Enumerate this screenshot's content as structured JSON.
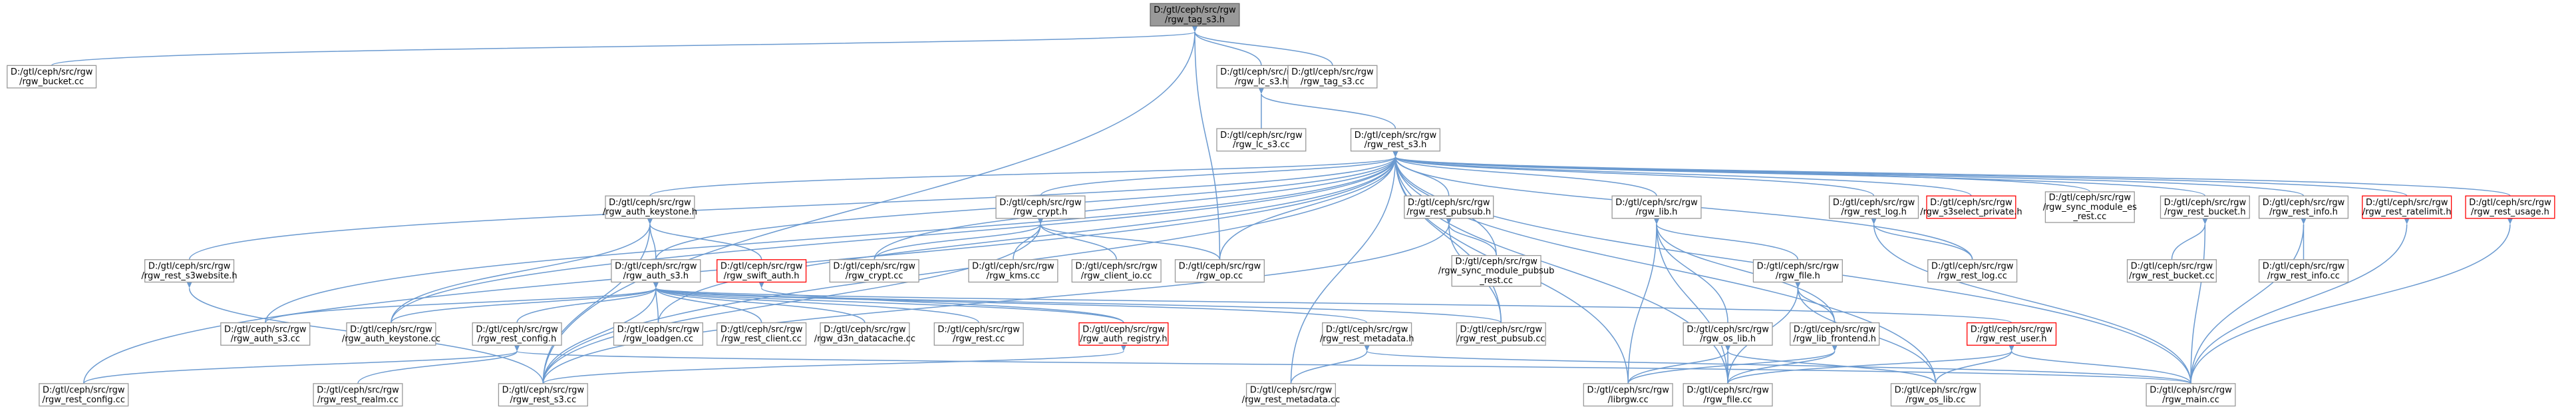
{
  "colors": {
    "edge": "#6b9ad0",
    "node_fill": "#ffffff",
    "node_stroke": "#999999",
    "focus_fill": "#999999",
    "focus_stroke": "#666666",
    "red_stroke": "#ff0000"
  },
  "nodes": [
    {
      "id": "tag_s3_h",
      "lines": [
        "D:/gtl/ceph/src/rgw",
        "/rgw_tag_s3.h"
      ],
      "style": "focus"
    },
    {
      "id": "bucket_cc",
      "lines": [
        "D:/gtl/ceph/src/rgw",
        "/rgw_bucket.cc"
      ],
      "style": "normal"
    },
    {
      "id": "lc_s3_h",
      "lines": [
        "D:/gtl/ceph/src/rgw",
        "/rgw_lc_s3.h"
      ],
      "style": "normal"
    },
    {
      "id": "tag_s3_cc",
      "lines": [
        "D:/gtl/ceph/src/rgw",
        "/rgw_tag_s3.cc"
      ],
      "style": "normal"
    },
    {
      "id": "lc_s3_cc",
      "lines": [
        "D:/gtl/ceph/src/rgw",
        "/rgw_lc_s3.cc"
      ],
      "style": "normal"
    },
    {
      "id": "rest_s3_h",
      "lines": [
        "D:/gtl/ceph/src/rgw",
        "/rgw_rest_s3.h"
      ],
      "style": "normal"
    },
    {
      "id": "auth_keystone_h",
      "lines": [
        "D:/gtl/ceph/src/rgw",
        "/rgw_auth_keystone.h"
      ],
      "style": "normal"
    },
    {
      "id": "crypt_h",
      "lines": [
        "D:/gtl/ceph/src/rgw",
        "/rgw_crypt.h"
      ],
      "style": "normal"
    },
    {
      "id": "rest_pubsub_h",
      "lines": [
        "D:/gtl/ceph/src/rgw",
        "/rgw_rest_pubsub.h"
      ],
      "style": "normal"
    },
    {
      "id": "lib_h",
      "lines": [
        "D:/gtl/ceph/src/rgw",
        "/rgw_lib.h"
      ],
      "style": "normal"
    },
    {
      "id": "rest_log_h",
      "lines": [
        "D:/gtl/ceph/src/rgw",
        "/rgw_rest_log.h"
      ],
      "style": "normal"
    },
    {
      "id": "s3select_private_h",
      "lines": [
        "D:/gtl/ceph/src/rgw",
        "/rgw_s3select_private.h"
      ],
      "style": "red"
    },
    {
      "id": "sync_module_es_rest_cc",
      "lines": [
        "D:/gtl/ceph/src/rgw",
        "/rgw_sync_module_es",
        "_rest.cc"
      ],
      "style": "normal"
    },
    {
      "id": "rest_bucket_h",
      "lines": [
        "D:/gtl/ceph/src/rgw",
        "/rgw_rest_bucket.h"
      ],
      "style": "normal"
    },
    {
      "id": "rest_info_h",
      "lines": [
        "D:/gtl/ceph/src/rgw",
        "/rgw_rest_info.h"
      ],
      "style": "normal"
    },
    {
      "id": "rest_ratelimit_h",
      "lines": [
        "D:/gtl/ceph/src/rgw",
        "/rgw_rest_ratelimit.h"
      ],
      "style": "red"
    },
    {
      "id": "rest_usage_h",
      "lines": [
        "D:/gtl/ceph/src/rgw",
        "/rgw_rest_usage.h"
      ],
      "style": "red"
    },
    {
      "id": "rest_s3website_h",
      "lines": [
        "D:/gtl/ceph/src/rgw",
        "/rgw_rest_s3website.h"
      ],
      "style": "normal"
    },
    {
      "id": "auth_s3_h",
      "lines": [
        "D:/gtl/ceph/src/rgw",
        "/rgw_auth_s3.h"
      ],
      "style": "normal"
    },
    {
      "id": "swift_auth_h",
      "lines": [
        "D:/gtl/ceph/src/rgw",
        "/rgw_swift_auth.h"
      ],
      "style": "red"
    },
    {
      "id": "crypt_cc",
      "lines": [
        "D:/gtl/ceph/src/rgw",
        "/rgw_crypt.cc"
      ],
      "style": "normal"
    },
    {
      "id": "kms_cc",
      "lines": [
        "D:/gtl/ceph/src/rgw",
        "/rgw_kms.cc"
      ],
      "style": "normal"
    },
    {
      "id": "client_io_cc",
      "lines": [
        "D:/gtl/ceph/src/rgw",
        "/rgw_client_io.cc"
      ],
      "style": "normal"
    },
    {
      "id": "op_cc",
      "lines": [
        "D:/gtl/ceph/src/rgw",
        "/rgw_op.cc"
      ],
      "style": "normal"
    },
    {
      "id": "sync_module_pubsub_rest_cc",
      "lines": [
        "D:/gtl/ceph/src/rgw",
        "/rgw_sync_module_pubsub",
        "_rest.cc"
      ],
      "style": "normal"
    },
    {
      "id": "file_h",
      "lines": [
        "D:/gtl/ceph/src/rgw",
        "/rgw_file.h"
      ],
      "style": "normal"
    },
    {
      "id": "rest_log_cc",
      "lines": [
        "D:/gtl/ceph/src/rgw",
        "/rgw_rest_log.cc"
      ],
      "style": "normal"
    },
    {
      "id": "rest_bucket_cc",
      "lines": [
        "D:/gtl/ceph/src/rgw",
        "/rgw_rest_bucket.cc"
      ],
      "style": "normal"
    },
    {
      "id": "rest_info_cc",
      "lines": [
        "D:/gtl/ceph/src/rgw",
        "/rgw_rest_info.cc"
      ],
      "style": "normal"
    },
    {
      "id": "auth_s3_cc",
      "lines": [
        "D:/gtl/ceph/src/rgw",
        "/rgw_auth_s3.cc"
      ],
      "style": "normal"
    },
    {
      "id": "auth_keystone_cc",
      "lines": [
        "D:/gtl/ceph/src/rgw",
        "/rgw_auth_keystone.cc"
      ],
      "style": "normal"
    },
    {
      "id": "rest_config_h",
      "lines": [
        "D:/gtl/ceph/src/rgw",
        "/rgw_rest_config.h"
      ],
      "style": "normal"
    },
    {
      "id": "loadgen_cc",
      "lines": [
        "D:/gtl/ceph/src/rgw",
        "/rgw_loadgen.cc"
      ],
      "style": "normal"
    },
    {
      "id": "rest_client_cc",
      "lines": [
        "D:/gtl/ceph/src/rgw",
        "/rgw_rest_client.cc"
      ],
      "style": "normal"
    },
    {
      "id": "d3n_datacache_cc",
      "lines": [
        "D:/gtl/ceph/src/rgw",
        "/rgw_d3n_datacache.cc"
      ],
      "style": "normal"
    },
    {
      "id": "rest_cc",
      "lines": [
        "D:/gtl/ceph/src/rgw",
        "/rgw_rest.cc"
      ],
      "style": "normal"
    },
    {
      "id": "auth_registry_h",
      "lines": [
        "D:/gtl/ceph/src/rgw",
        "/rgw_auth_registry.h"
      ],
      "style": "red"
    },
    {
      "id": "rest_metadata_h",
      "lines": [
        "D:/gtl/ceph/src/rgw",
        "/rgw_rest_metadata.h"
      ],
      "style": "normal"
    },
    {
      "id": "rest_pubsub_cc",
      "lines": [
        "D:/gtl/ceph/src/rgw",
        "/rgw_rest_pubsub.cc"
      ],
      "style": "normal"
    },
    {
      "id": "os_lib_h",
      "lines": [
        "D:/gtl/ceph/src/rgw",
        "/rgw_os_lib.h"
      ],
      "style": "normal"
    },
    {
      "id": "lib_frontend_h",
      "lines": [
        "D:/gtl/ceph/src/rgw",
        "/rgw_lib_frontend.h"
      ],
      "style": "normal"
    },
    {
      "id": "rest_user_h",
      "lines": [
        "D:/gtl/ceph/src/rgw",
        "/rgw_rest_user.h"
      ],
      "style": "red"
    },
    {
      "id": "rest_config_cc",
      "lines": [
        "D:/gtl/ceph/src/rgw",
        "/rgw_rest_config.cc"
      ],
      "style": "normal"
    },
    {
      "id": "rest_realm_cc",
      "lines": [
        "D:/gtl/ceph/src/rgw",
        "/rgw_rest_realm.cc"
      ],
      "style": "normal"
    },
    {
      "id": "rest_s3_cc",
      "lines": [
        "D:/gtl/ceph/src/rgw",
        "/rgw_rest_s3.cc"
      ],
      "style": "normal"
    },
    {
      "id": "rest_metadata_cc",
      "lines": [
        "D:/gtl/ceph/src/rgw",
        "/rgw_rest_metadata.cc"
      ],
      "style": "normal"
    },
    {
      "id": "librgw_cc",
      "lines": [
        "D:/gtl/ceph/src/rgw",
        "/librgw.cc"
      ],
      "style": "normal"
    },
    {
      "id": "file_cc",
      "lines": [
        "D:/gtl/ceph/src/rgw",
        "/rgw_file.cc"
      ],
      "style": "normal"
    },
    {
      "id": "os_lib_cc",
      "lines": [
        "D:/gtl/ceph/src/rgw",
        "/rgw_os_lib.cc"
      ],
      "style": "normal"
    },
    {
      "id": "main_cc",
      "lines": [
        "D:/gtl/ceph/src/rgw",
        "/rgw_main.cc"
      ],
      "style": "normal"
    }
  ],
  "edges": [
    [
      "tag_s3_h",
      "bucket_cc"
    ],
    [
      "tag_s3_h",
      "lc_s3_h"
    ],
    [
      "tag_s3_h",
      "tag_s3_cc"
    ],
    [
      "tag_s3_h",
      "op_cc"
    ],
    [
      "tag_s3_h",
      "rest_s3_cc"
    ],
    [
      "lc_s3_h",
      "lc_s3_cc"
    ],
    [
      "lc_s3_h",
      "rest_s3_h"
    ],
    [
      "rest_s3_h",
      "auth_keystone_h"
    ],
    [
      "rest_s3_h",
      "crypt_h"
    ],
    [
      "rest_s3_h",
      "rest_pubsub_h"
    ],
    [
      "rest_s3_h",
      "lib_h"
    ],
    [
      "rest_s3_h",
      "rest_log_h"
    ],
    [
      "rest_s3_h",
      "s3select_private_h"
    ],
    [
      "rest_s3_h",
      "sync_module_es_rest_cc"
    ],
    [
      "rest_s3_h",
      "rest_bucket_h"
    ],
    [
      "rest_s3_h",
      "rest_info_h"
    ],
    [
      "rest_s3_h",
      "rest_ratelimit_h"
    ],
    [
      "rest_s3_h",
      "rest_usage_h"
    ],
    [
      "rest_s3_h",
      "rest_s3website_h"
    ],
    [
      "rest_s3_h",
      "auth_s3_h"
    ],
    [
      "rest_s3_h",
      "crypt_cc"
    ],
    [
      "rest_s3_h",
      "op_cc"
    ],
    [
      "rest_s3_h",
      "sync_module_pubsub_rest_cc"
    ],
    [
      "rest_s3_h",
      "rest_log_cc"
    ],
    [
      "rest_s3_h",
      "auth_s3_cc"
    ],
    [
      "rest_s3_h",
      "auth_keystone_cc"
    ],
    [
      "rest_s3_h",
      "loadgen_cc"
    ],
    [
      "rest_s3_h",
      "rest_pubsub_cc"
    ],
    [
      "rest_s3_h",
      "rest_config_cc"
    ],
    [
      "rest_s3_h",
      "rest_s3_cc"
    ],
    [
      "rest_s3_h",
      "rest_metadata_cc"
    ],
    [
      "rest_s3_h",
      "librgw_cc"
    ],
    [
      "rest_s3_h",
      "file_cc"
    ],
    [
      "rest_s3_h",
      "os_lib_cc"
    ],
    [
      "rest_s3_h",
      "main_cc"
    ],
    [
      "auth_keystone_h",
      "swift_auth_h"
    ],
    [
      "auth_keystone_h",
      "auth_s3_h"
    ],
    [
      "auth_keystone_h",
      "auth_keystone_cc"
    ],
    [
      "auth_keystone_h",
      "rest_s3_cc"
    ],
    [
      "crypt_h",
      "crypt_cc"
    ],
    [
      "crypt_h",
      "kms_cc"
    ],
    [
      "crypt_h",
      "client_io_cc"
    ],
    [
      "crypt_h",
      "op_cc"
    ],
    [
      "crypt_h",
      "rest_s3_cc"
    ],
    [
      "rest_pubsub_h",
      "sync_module_pubsub_rest_cc"
    ],
    [
      "rest_pubsub_h",
      "rest_pubsub_cc"
    ],
    [
      "rest_pubsub_h",
      "rest_s3_cc"
    ],
    [
      "lib_h",
      "file_h"
    ],
    [
      "lib_h",
      "os_lib_h"
    ],
    [
      "lib_h",
      "lib_frontend_h"
    ],
    [
      "lib_h",
      "librgw_cc"
    ],
    [
      "lib_h",
      "file_cc"
    ],
    [
      "rest_log_h",
      "rest_log_cc"
    ],
    [
      "rest_log_h",
      "main_cc"
    ],
    [
      "rest_bucket_h",
      "rest_bucket_cc"
    ],
    [
      "rest_bucket_h",
      "main_cc"
    ],
    [
      "rest_info_h",
      "rest_info_cc"
    ],
    [
      "rest_info_h",
      "main_cc"
    ],
    [
      "rest_ratelimit_h",
      "main_cc"
    ],
    [
      "rest_usage_h",
      "main_cc"
    ],
    [
      "rest_s3website_h",
      "rest_s3_cc"
    ],
    [
      "auth_s3_h",
      "auth_s3_cc"
    ],
    [
      "auth_s3_h",
      "auth_keystone_cc"
    ],
    [
      "auth_s3_h",
      "rest_config_h"
    ],
    [
      "auth_s3_h",
      "loadgen_cc"
    ],
    [
      "auth_s3_h",
      "rest_client_cc"
    ],
    [
      "auth_s3_h",
      "d3n_datacache_cc"
    ],
    [
      "auth_s3_h",
      "rest_cc"
    ],
    [
      "auth_s3_h",
      "auth_registry_h"
    ],
    [
      "auth_s3_h",
      "rest_metadata_h"
    ],
    [
      "auth_s3_h",
      "rest_pubsub_cc"
    ],
    [
      "auth_s3_h",
      "rest_user_h"
    ],
    [
      "auth_s3_h",
      "rest_s3_cc"
    ],
    [
      "swift_auth_h",
      "auth_registry_h"
    ],
    [
      "rest_config_h",
      "rest_config_cc"
    ],
    [
      "rest_config_h",
      "rest_realm_cc"
    ],
    [
      "rest_config_h",
      "main_cc"
    ],
    [
      "auth_registry_h",
      "rest_s3_cc"
    ],
    [
      "rest_metadata_h",
      "rest_metadata_cc"
    ],
    [
      "rest_metadata_h",
      "main_cc"
    ],
    [
      "file_h",
      "lib_frontend_h"
    ],
    [
      "file_h",
      "file_cc"
    ],
    [
      "file_h",
      "os_lib_cc"
    ],
    [
      "os_lib_h",
      "librgw_cc"
    ],
    [
      "os_lib_h",
      "file_cc"
    ],
    [
      "os_lib_h",
      "os_lib_cc"
    ],
    [
      "lib_frontend_h",
      "librgw_cc"
    ],
    [
      "lib_frontend_h",
      "file_cc"
    ],
    [
      "rest_user_h",
      "file_cc"
    ],
    [
      "rest_user_h",
      "os_lib_cc"
    ],
    [
      "rest_user_h",
      "main_cc"
    ]
  ]
}
